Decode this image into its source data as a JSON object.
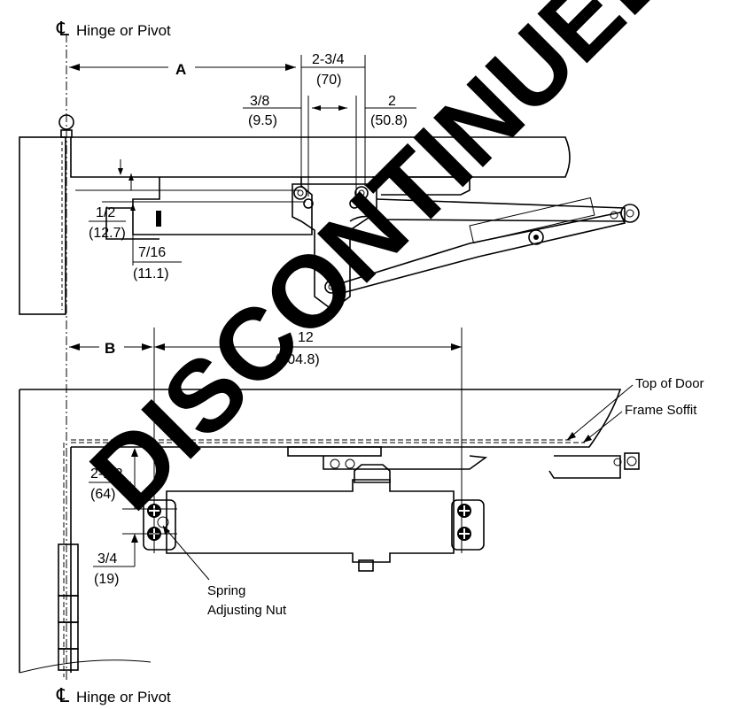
{
  "labels": {
    "hinge_top": "Hinge or Pivot",
    "hinge_bottom": "Hinge or Pivot",
    "centerline_symbol": "℄",
    "dim_a": "A",
    "dim_b": "B",
    "d_2_3_4": "2-3/4",
    "d_70": "(70)",
    "d_3_8": "3/8",
    "d_9_5": "(9.5)",
    "d_2": "2",
    "d_50_8": "(50.8)",
    "d_1_2": "1/2",
    "d_12_7": "(12.7)",
    "d_7_16": "7/16",
    "d_11_1": "(11.1)",
    "d_12": "12",
    "d_304_8": "(304.8)",
    "d_2_1_2": "2-1/2",
    "d_64": "(64)",
    "d_3_4": "3/4",
    "d_19": "(19)",
    "top_of_door": "Top of Door",
    "frame_soffit": "Frame Soffit",
    "spring_line1": "Spring",
    "spring_line2": "Adjusting Nut",
    "watermark": "DISCONTINUED"
  }
}
